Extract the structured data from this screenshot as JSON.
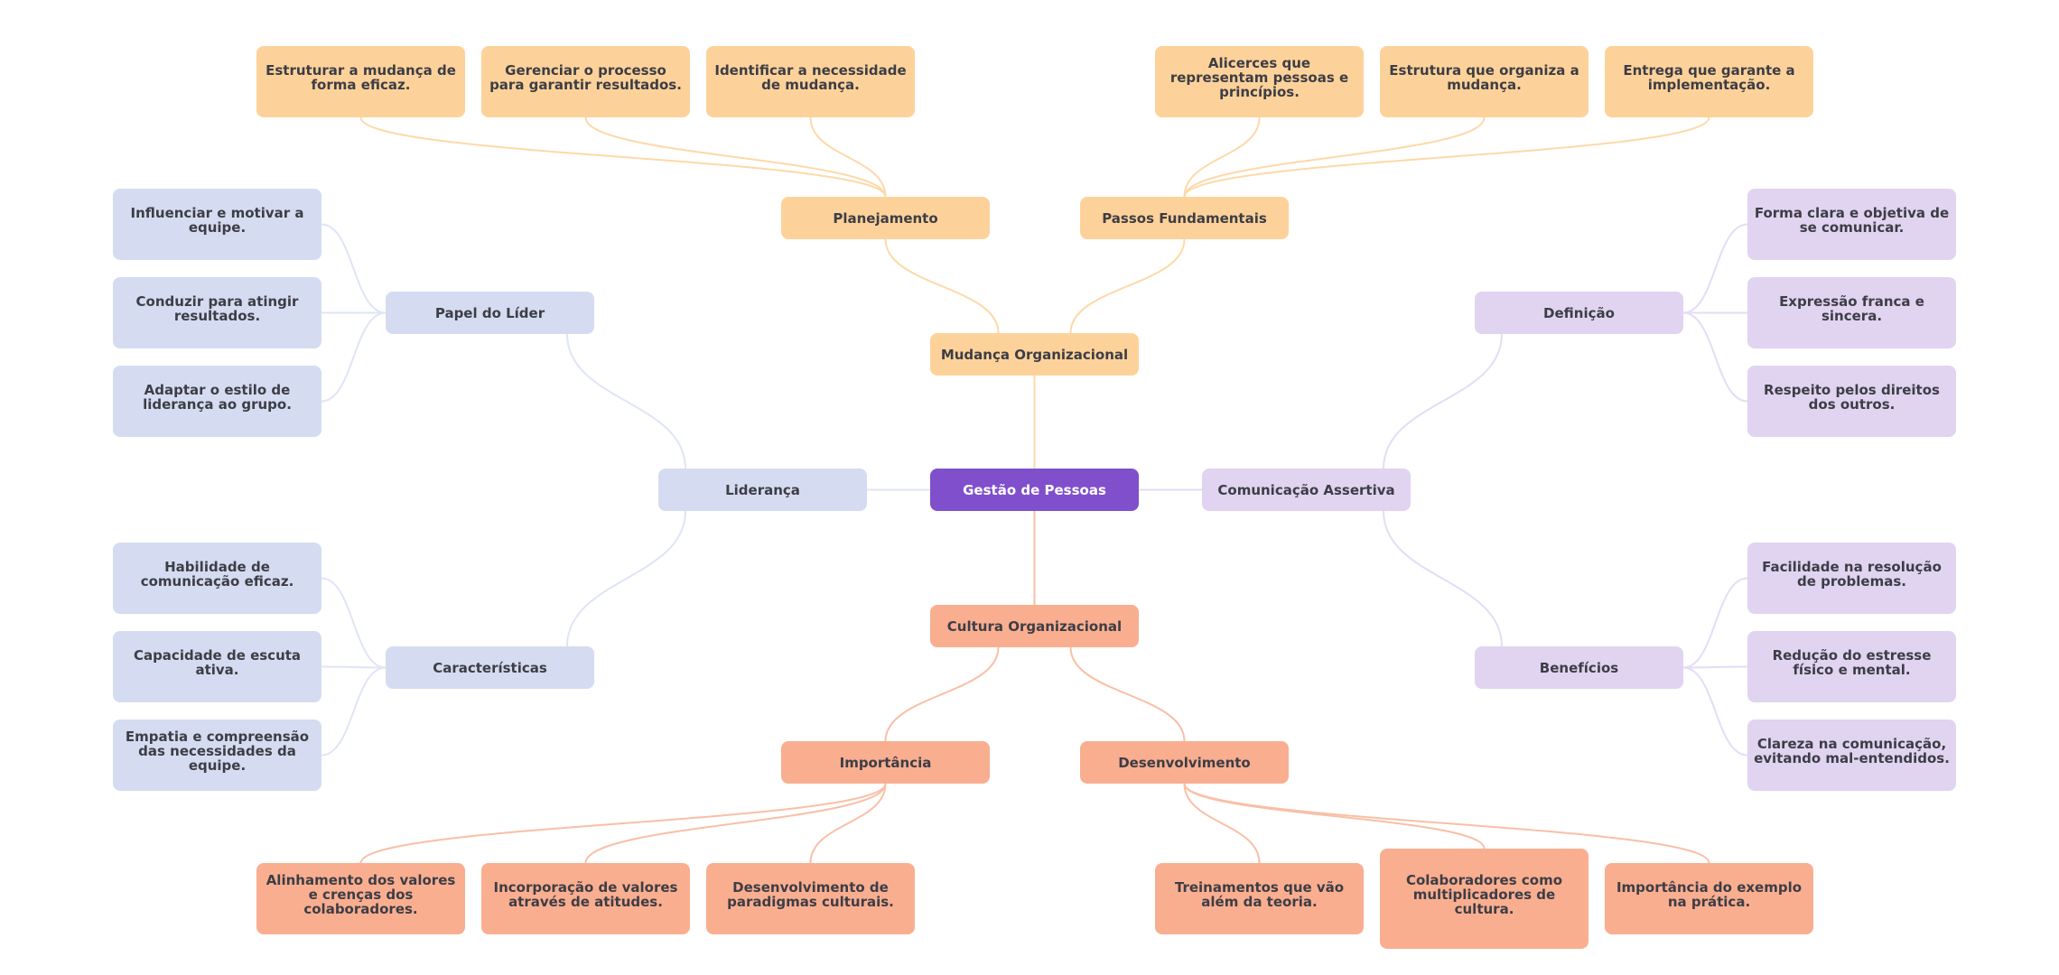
{
  "colors": {
    "root": "#7f4fcc",
    "mudanca": "#fdd29a",
    "cultura": "#f9ae90",
    "lideranca": "#d5dcf1",
    "comunicacao": "#e0d4f1",
    "edge_mudanca": "#fdd9a9",
    "edge_cultura": "#f9bfa6",
    "edge_lideranca": "#dfe5f5",
    "edge_comunicacao": "#e5dcf5"
  },
  "root": {
    "label": "Gestão de Pessoas"
  },
  "branches": {
    "mudanca": {
      "label": "Mudança Organizacional",
      "planejamento": {
        "label": "Planejamento",
        "items": [
          "Estruturar a mudança de forma eficaz.",
          "Gerenciar o processo para garantir resultados.",
          "Identificar a necessidade de mudança."
        ]
      },
      "passos": {
        "label": "Passos Fundamentais",
        "items": [
          "Alicerces que representam pessoas e princípios.",
          "Estrutura que organiza a mudança.",
          "Entrega que garante a implementação."
        ]
      }
    },
    "lideranca": {
      "label": "Liderança",
      "papel": {
        "label": "Papel do Líder",
        "items": [
          "Influenciar e motivar a equipe.",
          "Conduzir para atingir resultados.",
          "Adaptar o estilo de liderança ao grupo."
        ]
      },
      "caracteristicas": {
        "label": "Características",
        "items": [
          "Habilidade de comunicação eficaz.",
          "Capacidade de escuta ativa.",
          "Empatia e compreensão das necessidades da equipe."
        ]
      }
    },
    "comunicacao": {
      "label": "Comunicação Assertiva",
      "definicao": {
        "label": "Definição",
        "items": [
          "Forma clara e objetiva de se comunicar.",
          "Expressão franca e sincera.",
          "Respeito pelos direitos dos outros."
        ]
      },
      "beneficios": {
        "label": "Benefícios",
        "items": [
          "Facilidade na resolução de problemas.",
          "Redução do estresse físico e mental.",
          "Clareza na comunicação, evitando mal-entendidos."
        ]
      }
    },
    "cultura": {
      "label": "Cultura Organizacional",
      "importancia": {
        "label": "Importância",
        "items": [
          "Alinhamento dos valores e crenças dos colaboradores.",
          "Incorporação de valores através de atitudes.",
          "Desenvolvimento de paradigmas culturais."
        ]
      },
      "desenvolvimento": {
        "label": "Desenvolvimento",
        "items": [
          "Treinamentos que vão além da teoria.",
          "Colaboradores como multiplicadores de cultura.",
          "Importância do exemplo na prática."
        ]
      }
    }
  }
}
